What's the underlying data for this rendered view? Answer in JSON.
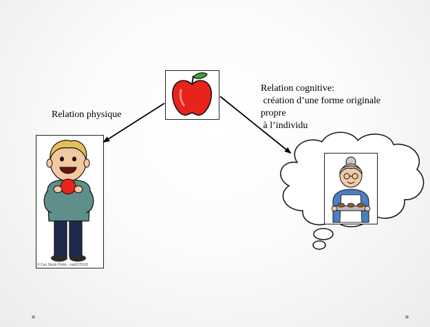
{
  "slide": {
    "physical_label": "Relation physique",
    "cognitive_label": {
      "line1": "Relation cognitive:",
      "line2": " création d’une forme originale",
      "line3": "propre",
      "line4": " à l’individu"
    },
    "image_credit": "© Can Stock Photo - csp6278120",
    "colors": {
      "apple_red": "#e8231c",
      "leaf_green": "#3aa53a",
      "shirt_green": "#5f8f8a",
      "grandma_blue": "#4a7fc2"
    },
    "icons": [
      "apple-icon",
      "boy-eating-apple-icon",
      "grandmother-baking-icon",
      "thought-cloud-icon"
    ]
  }
}
